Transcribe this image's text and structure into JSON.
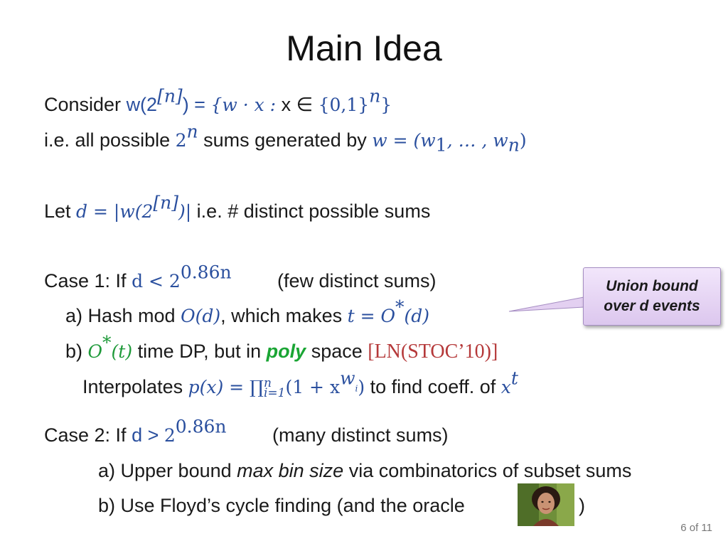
{
  "slide": {
    "title": "Main Idea",
    "page_number": "6 of 11"
  },
  "lines": {
    "consider_prefix": "Consider ",
    "consider_w": "w(2",
    "consider_n": "[n]",
    "consider_eq": ") = ",
    "consider_set": "{w · x :",
    "consider_x": " x ∈ ",
    "consider_set2": "{0,1}",
    "consider_n2": "n",
    "consider_close": "}",
    "ie_prefix": "i.e. all possible ",
    "ie_2": "2",
    "ie_n": "n",
    "ie_mid": " sums generated by ",
    "ie_w": "w = (w",
    "ie_sub1": "1",
    "ie_dots": ", … , w",
    "ie_subn": "n",
    "ie_close": ")",
    "let_prefix": "Let ",
    "let_math": "d = |w(2",
    "let_n": "[n]",
    "let_math_close": ")|",
    "let_suffix": " i.e. # distinct possible sums",
    "case1_prefix": "Case 1:  If ",
    "case1_d": "d < 2",
    "case1_exp": "0.86n",
    "case1_note": "(few distinct sums)",
    "a1_prefix": "a) Hash mod ",
    "a1_O": "O(d)",
    "a1_mid": ", which makes  ",
    "a1_t": "t = O",
    "a1_star": "*",
    "a1_d": "(d)",
    "b1_prefix": "b) ",
    "b1_O": "O",
    "b1_star": "*",
    "b1_t": "(t)",
    "b1_mid": " time DP, but in ",
    "b1_poly": "poly",
    "b1_space": " space ",
    "b1_ref": "[LN(STOC’10)]",
    "interp_prefix": "Interpolates ",
    "interp_p": "p(x) = ∏",
    "interp_top": "n",
    "interp_bot": "i=1",
    "interp_rest": "(1 + x",
    "interp_wi": "w",
    "interp_i": "i",
    "interp_close": ")",
    "interp_mid": " to find coeff. of ",
    "interp_x": "x",
    "interp_t": "t",
    "case2_prefix": "Case 2: If ",
    "case2_d": "d > ",
    "case2_2": "2",
    "case2_exp": "0.86n",
    "case2_note": "(many distinct sums)",
    "a2_prefix": "a) Upper bound ",
    "a2_em": "max bin size",
    "a2_suffix": " via combinatorics of subset sums",
    "b2_prefix": "b) Use Floyd’s cycle finding (and the oracle",
    "b2_suffix": ")"
  },
  "callout": {
    "line1": "Union bound",
    "line2": "over d events"
  },
  "colors": {
    "math_blue": "#2a4f9e",
    "green": "#1f9a3a",
    "ref_red": "#b5393a",
    "callout_fill": "#e6d6f3"
  }
}
